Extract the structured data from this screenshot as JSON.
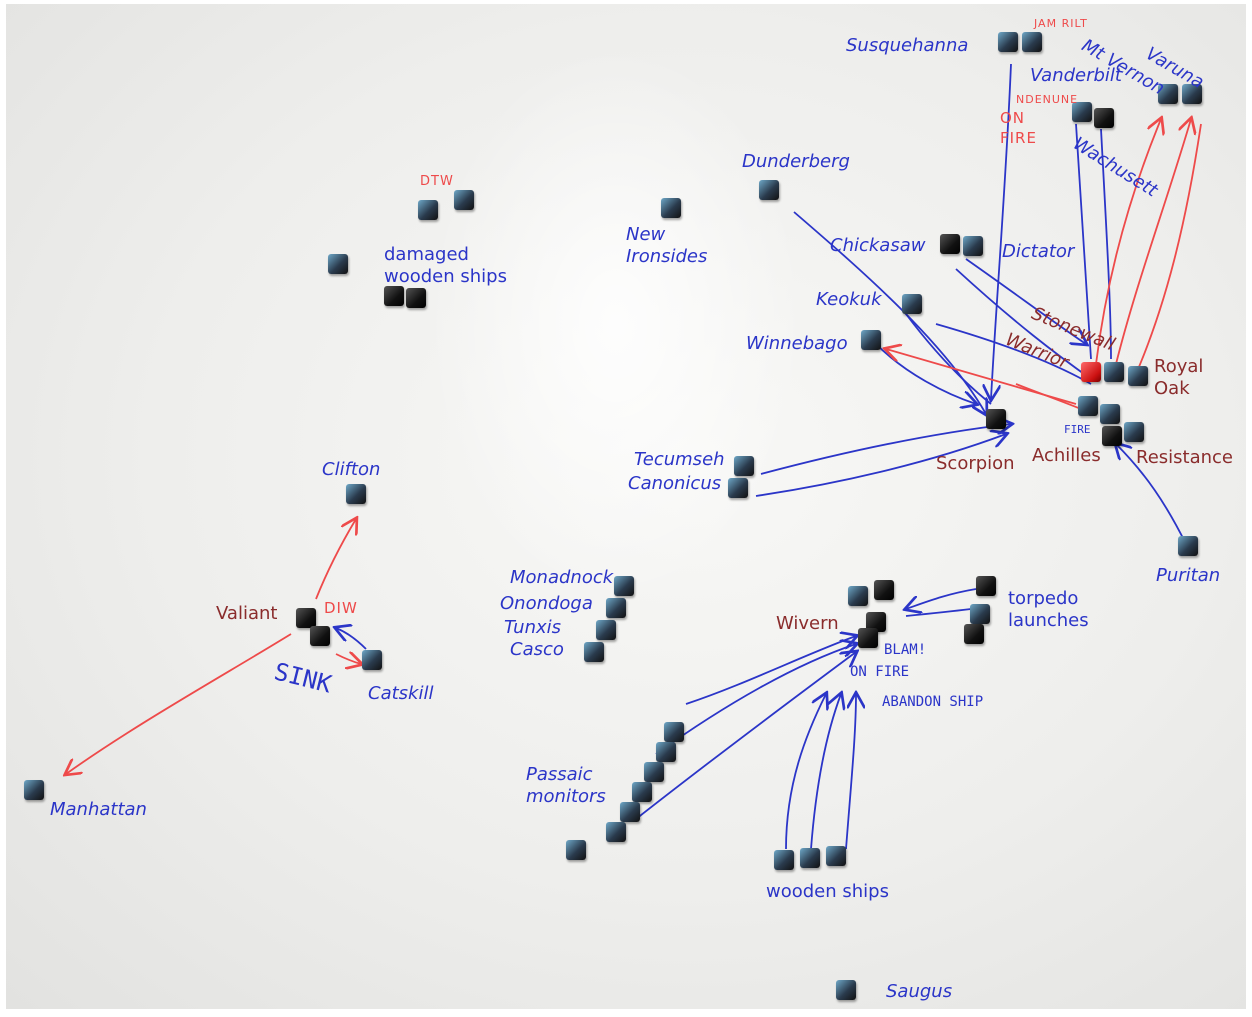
{
  "labels": {
    "susquehanna": "Susquehanna",
    "mt_vernon": "Mt Vernon",
    "varuna": "Varuna",
    "vanderbilt": "Vanderbilt",
    "wachusett": "Wachusett",
    "dunderberg": "Dunderberg",
    "new_ironsides": "New Ironsides",
    "chickasaw": "Chickasaw",
    "dictator": "Dictator",
    "keokuk": "Keokuk",
    "stonewall": "Stonewall",
    "warrior": "Warrior",
    "winnebago": "Winnebago",
    "royal_oak": "Royal Oak",
    "scorpion": "Scorpion",
    "achilles": "Achilles",
    "resistance": "Resistance",
    "tecumseh": "Tecumseh",
    "canonicus": "Canonicus",
    "puritan": "Puritan",
    "damaged_wooden_ships": "damaged wooden ships",
    "clifton": "Clifton",
    "valiant": "Valiant",
    "catskill": "Catskill",
    "sink": "SINK",
    "manhattan": "Manhattan",
    "monadnock": "Monadnock",
    "onondoga": "Onondoga",
    "tunxis": "Tunxis",
    "casco": "Casco",
    "wivern": "Wivern",
    "torpedo_launches": "torpedo launches",
    "passaic_monitors": "Passaic monitors",
    "wooden_ships": "wooden ships",
    "saugus": "Saugus",
    "blam": "BLAM!",
    "on_fire_note": "ON FIRE",
    "abandon_ship": "ABANDON SHIP",
    "fire_small": "FIRE"
  },
  "red_notes": {
    "dtw_top": "DTW",
    "dtw_valiant": "DIW",
    "jam_note": "JAM RILT",
    "on_fire": "ON FIRE",
    "endnote": "NDENUNE"
  },
  "colors": {
    "marker_blue": "#2b35c8",
    "marker_red": "#ee4a4a",
    "marker_maroon": "#8a2c2c",
    "board": "#eeeeec"
  }
}
